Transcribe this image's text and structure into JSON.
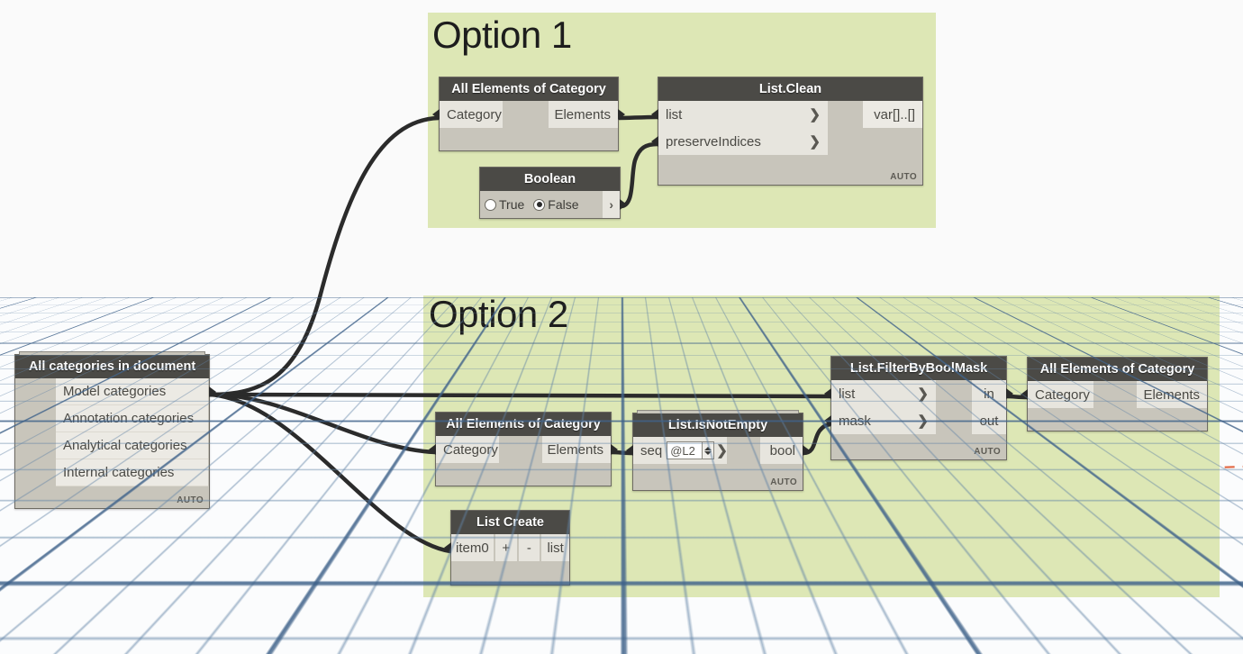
{
  "canvas": {
    "background_color": "#fafafa",
    "group_color": "#dde7b5",
    "node_body_color": "#c8c5bb",
    "node_header_color": "#4b4a46",
    "port_color": "#e7e5de",
    "wire_color": "#2b2b2b",
    "axis_x_color": "#e05a32",
    "grid_color": "#6082a5"
  },
  "groups": [
    {
      "title": "Option 1"
    },
    {
      "title": "Option 2"
    }
  ],
  "nodes": {
    "all_categories": {
      "title": "All categories in document",
      "items": [
        "Model categories",
        "Annotation categories",
        "Analytical categories",
        "Internal categories"
      ],
      "auto": "AUTO"
    },
    "aeoc_option1": {
      "title": "All Elements of Category",
      "input": "Category",
      "output": "Elements"
    },
    "list_clean": {
      "title": "List.Clean",
      "inputs": [
        "list",
        "preserveIndices"
      ],
      "output": "var[]..[]",
      "chevron": "❯",
      "auto": "AUTO"
    },
    "boolean": {
      "title": "Boolean",
      "option_true": "True",
      "option_false": "False",
      "selected": "False",
      "out_chevron": "›"
    },
    "aeoc_option2": {
      "title": "All Elements of Category",
      "input": "Category",
      "output": "Elements"
    },
    "list_isnotempty": {
      "title": "List.IsNotEmpty",
      "input": "seq",
      "input_value": "@L2",
      "output": "bool",
      "chevron": "❯",
      "auto": "AUTO"
    },
    "list_create": {
      "title": "List Create",
      "input": "item0",
      "btn_add": "+",
      "btn_remove": "-",
      "output": "list"
    },
    "filter_by_bool_mask": {
      "title": "List.FilterByBoolMask",
      "inputs": [
        "list",
        "mask"
      ],
      "outputs": [
        "in",
        "out"
      ],
      "chevron": "❯",
      "auto": "AUTO"
    },
    "aeoc_right": {
      "title": "All Elements of Category",
      "input": "Category",
      "output": "Elements"
    }
  }
}
